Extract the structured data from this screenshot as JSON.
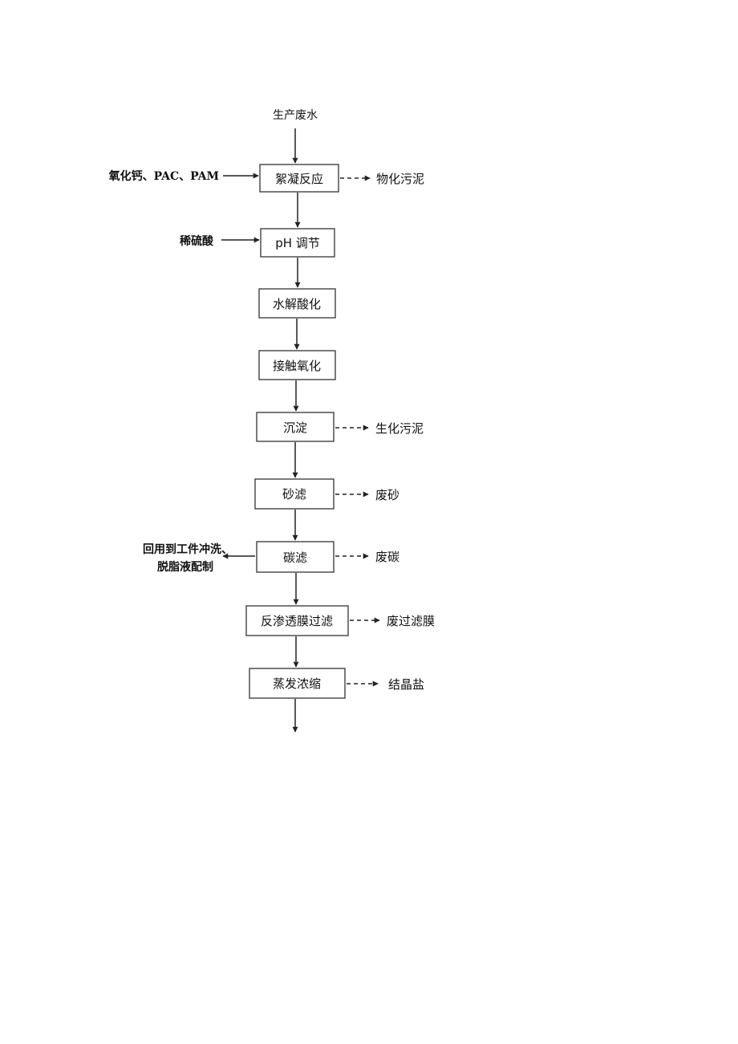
{
  "source": "生产废水",
  "steps": [
    {
      "label": "絮凝反应",
      "output": "物化污泥",
      "input": [
        "氧化钙、PAC、PAM"
      ]
    },
    {
      "label": "pH 调节",
      "input": [
        "稀硫酸"
      ]
    },
    {
      "label": "水解酸化"
    },
    {
      "label": "接触氧化"
    },
    {
      "label": "沉淀",
      "output": "生化污泥"
    },
    {
      "label": "砂滤",
      "output": "废砂"
    },
    {
      "label": "碳滤",
      "output": "废碳",
      "reuse": [
        "回用到工件冲洗、",
        "脱脂液配制"
      ]
    },
    {
      "label": "反渗透膜过滤",
      "output": "废过滤膜"
    },
    {
      "label": "蒸发浓缩",
      "output": "结晶盐"
    }
  ]
}
